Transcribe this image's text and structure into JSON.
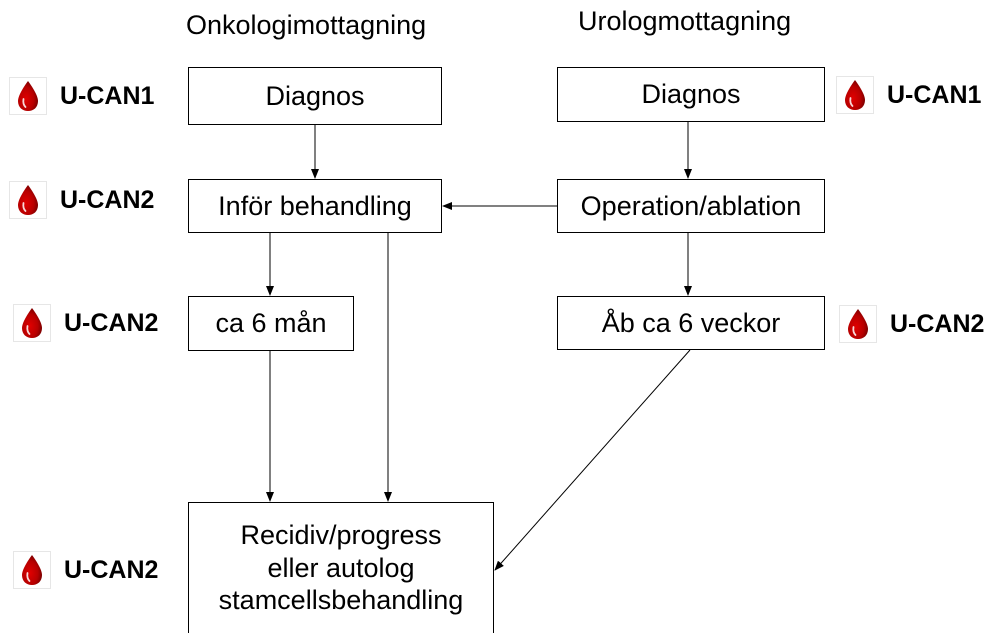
{
  "headings": {
    "left": "Onkologimottagning",
    "right": "Urologmottagning"
  },
  "boxes": {
    "left_diagnos": "Diagnos",
    "infor_behandling": "Inför behandling",
    "ca_6_man": "ca 6 mån",
    "recidiv": [
      "Recidiv/progress",
      "eller autolog",
      "stamcellsbehandling"
    ],
    "right_diagnos": "Diagnos",
    "operation": "Operation/ablation",
    "ab_6_veckor": "Åb ca 6 veckor"
  },
  "sample_labels": {
    "left_1": "U-CAN1",
    "left_2": "U-CAN2",
    "left_3": "U-CAN2",
    "left_4": "U-CAN2",
    "right_1": "U-CAN1",
    "right_2": "U-CAN2"
  },
  "icons": {
    "sample": "blood-drop-icon"
  },
  "colors": {
    "drop_dark": "#8a0000",
    "drop_mid": "#d40000",
    "drop_highlight": "#ffffff"
  }
}
